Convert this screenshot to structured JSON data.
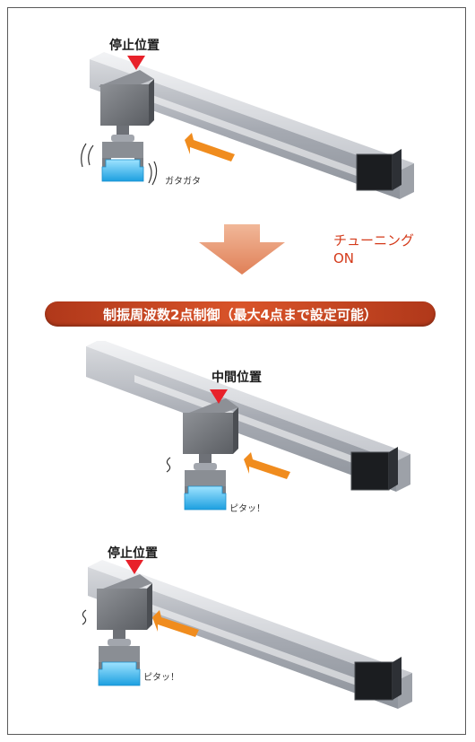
{
  "colors": {
    "marker": "#e8212a",
    "push_arrow": "#f08c1e",
    "down_arrow": "#e9a07a",
    "banner_start": "#b0381a",
    "banner_mid": "#d9542a",
    "banner_end": "#b0381a",
    "tuning_text": "#d43a1a",
    "payload": "#2fb6ee"
  },
  "panels": {
    "top": {
      "position_label": "停止位置",
      "sound_label": "ガタガタ"
    },
    "middle": {
      "position_label": "中間位置",
      "sound_label": "ピタッ！"
    },
    "bottom": {
      "position_label": "停止位置",
      "sound_label": "ピタッ！"
    }
  },
  "tuning": {
    "line1": "チューニング",
    "line2": "ON"
  },
  "banner": {
    "text": "制振周波数2点制御（最大4点まで設定可能）"
  }
}
